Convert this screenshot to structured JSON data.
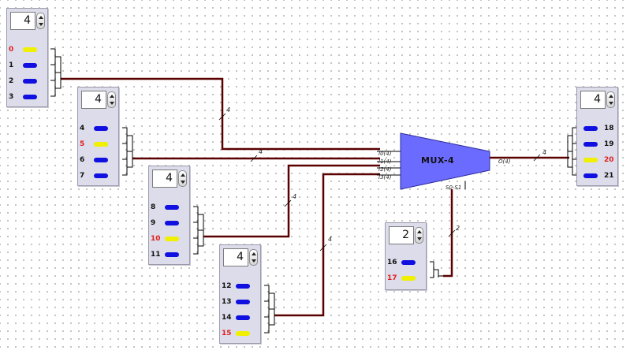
{
  "switches": [
    {
      "id": "in-a",
      "value": "4",
      "pins": [
        {
          "n": "0",
          "on": true
        },
        {
          "n": "1",
          "on": false
        },
        {
          "n": "2",
          "on": false
        },
        {
          "n": "3",
          "on": false
        }
      ]
    },
    {
      "id": "in-b",
      "value": "4",
      "pins": [
        {
          "n": "4",
          "on": false
        },
        {
          "n": "5",
          "on": true
        },
        {
          "n": "6",
          "on": false
        },
        {
          "n": "7",
          "on": false
        }
      ]
    },
    {
      "id": "in-c",
      "value": "4",
      "pins": [
        {
          "n": "8",
          "on": false
        },
        {
          "n": "9",
          "on": false
        },
        {
          "n": "10",
          "on": true
        },
        {
          "n": "11",
          "on": false
        }
      ]
    },
    {
      "id": "in-d",
      "value": "4",
      "pins": [
        {
          "n": "12",
          "on": false
        },
        {
          "n": "13",
          "on": false
        },
        {
          "n": "14",
          "on": false
        },
        {
          "n": "15",
          "on": true
        }
      ]
    },
    {
      "id": "select",
      "value": "2",
      "pins": [
        {
          "n": "16",
          "on": false
        },
        {
          "n": "17",
          "on": true
        }
      ]
    }
  ],
  "output": {
    "value": "4",
    "pins": [
      {
        "n": "18",
        "on": false
      },
      {
        "n": "19",
        "on": false
      },
      {
        "n": "20",
        "on": true
      },
      {
        "n": "21",
        "on": false
      }
    ]
  },
  "mux": {
    "label": "MUX-4",
    "inputs": [
      "I0(4)",
      "I1(4)",
      "I2(4)",
      "I3(4)"
    ],
    "output": "O(4)",
    "select": "S0-S1"
  },
  "bus_widths": [
    "4",
    "4",
    "4",
    "4",
    "4",
    "2"
  ],
  "colors": {
    "wire": "#5a0000",
    "mux_fill": "#6b6bff",
    "led_on": "#f0f000",
    "led_off": "#1010e0",
    "active_text": "#e02020",
    "panel": "#dcdcea"
  }
}
